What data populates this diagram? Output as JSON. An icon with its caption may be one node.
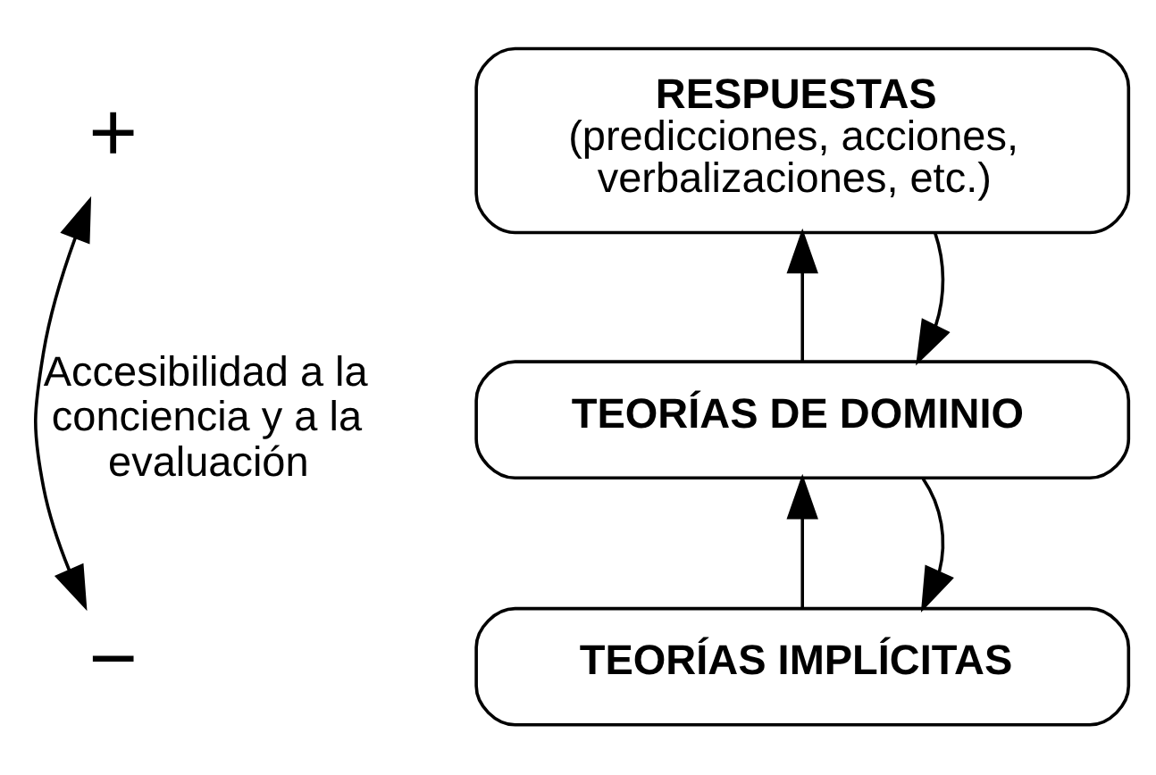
{
  "diagram": {
    "nodes": [
      {
        "text": [
          "+"
        ]
      },
      {
        "text": [
          "−"
        ]
      },
      {
        "text": [
          "**RESPUESTAS** (predicciones, acciones, verbalizaciones, etc.)"
        ]
      },
      {
        "text": [
          "TEORÍAS DE DOMINIO"
        ]
      },
      {
        "text": [
          "TEORÍAS IMPLÍCITAS"
        ]
      }
    ],
    "edges": [
      {
        "from": 0,
        "to": 1,
        "arrow": "both",
        "label": "Accesibilidad a la conciencia y a la evaluación"
      },
      {
        "from": 3,
        "to": 2,
        "arrow": "to"
      },
      {
        "from": 2,
        "to": 3,
        "arrow": "to"
      },
      {
        "from": 4,
        "to": 3,
        "arrow": "to"
      },
      {
        "from": 3,
        "to": 4,
        "arrow": "to"
      }
    ]
  }
}
